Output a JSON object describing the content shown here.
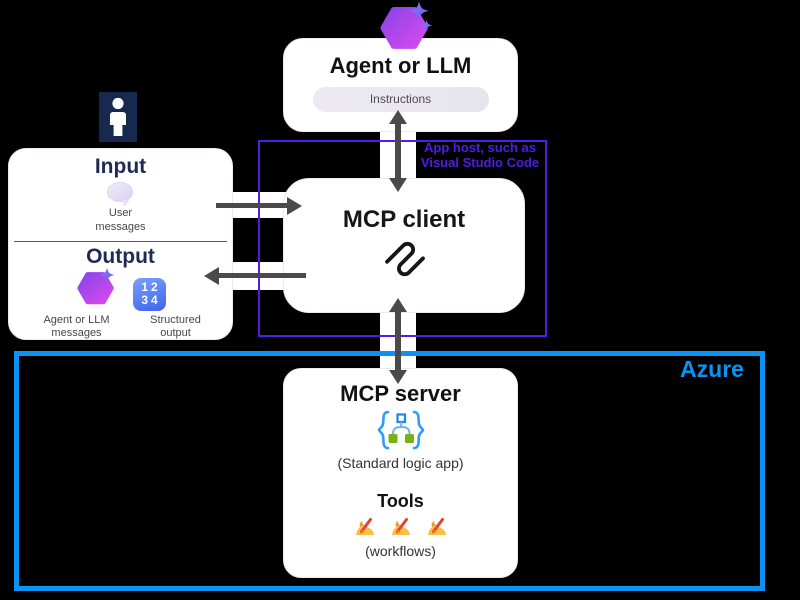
{
  "colors": {
    "background": "#000000",
    "box_bg": "#ffffff",
    "heading_navy": "#1f2a56",
    "arrow_gray": "#4a4a4a",
    "app_host_purple": "#4f1de6",
    "azure_blue": "#0a93f2",
    "tile_blue": "#3e63ee",
    "logic_green": "#76b216"
  },
  "agent": {
    "title": "Agent or LLM",
    "instructions": "Instructions",
    "icon": "copilot-hexagon-icon"
  },
  "app_host": {
    "label": "App host, such as\nVisual Studio Code"
  },
  "client": {
    "title": "MCP client",
    "icon": "mcp-logo-icon"
  },
  "io": {
    "input_title": "Input",
    "input_icon": "speech-bubble-icon",
    "input_caption": "User\nmessages",
    "output_title": "Output",
    "output_item1_icon": "copilot-hexagon-icon",
    "output_item1_caption": "Agent or LLM\nmessages",
    "output_item2_icon": "numbers-tile-icon",
    "output_item2_tile_row1": "12",
    "output_item2_tile_row2": "34",
    "output_item2_caption": "Structured\noutput"
  },
  "azure": {
    "label": "Azure"
  },
  "server": {
    "title": "MCP server",
    "icon": "logic-app-icon",
    "subtitle": "(Standard logic app)",
    "tools_title": "Tools",
    "tools_icons": "workflow-icon",
    "tools_caption": "(workflows)"
  }
}
